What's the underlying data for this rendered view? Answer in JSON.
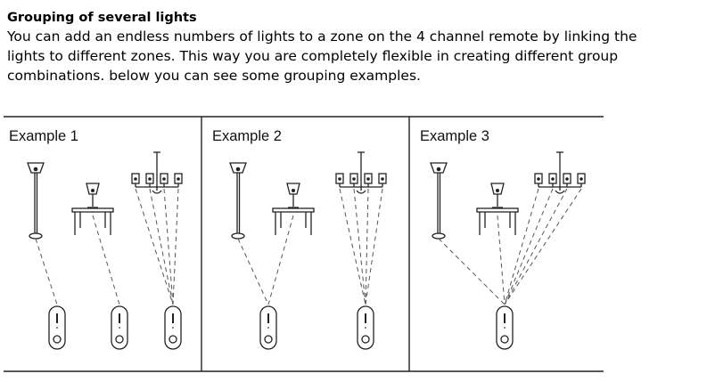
{
  "intro": {
    "title": "Grouping of several lights",
    "lines": [
      "You can add an endless numbers of lights to a zone on the 4 channel remote by linking the",
      "lights to different zones. This way you are completely flexible in creating different group",
      "combinations. below you can see some grouping examples."
    ]
  },
  "examples": [
    {
      "title": "Example 1",
      "links": [
        {
          "from": "floor-lamp",
          "to": 0
        },
        {
          "from": "table-lamp",
          "to": 1
        },
        {
          "from": "chandelier",
          "to": 2
        }
      ]
    },
    {
      "title": "Example 2",
      "links": [
        {
          "from": "floor-lamp",
          "to": 0
        },
        {
          "from": "table-lamp",
          "to": 0
        },
        {
          "from": "chandelier",
          "to": 1
        }
      ]
    },
    {
      "title": "Example 3",
      "links": [
        {
          "from": "floor-lamp",
          "to": 0
        },
        {
          "from": "table-lamp",
          "to": 0
        },
        {
          "from": "chandelier",
          "to": 0
        }
      ]
    }
  ]
}
